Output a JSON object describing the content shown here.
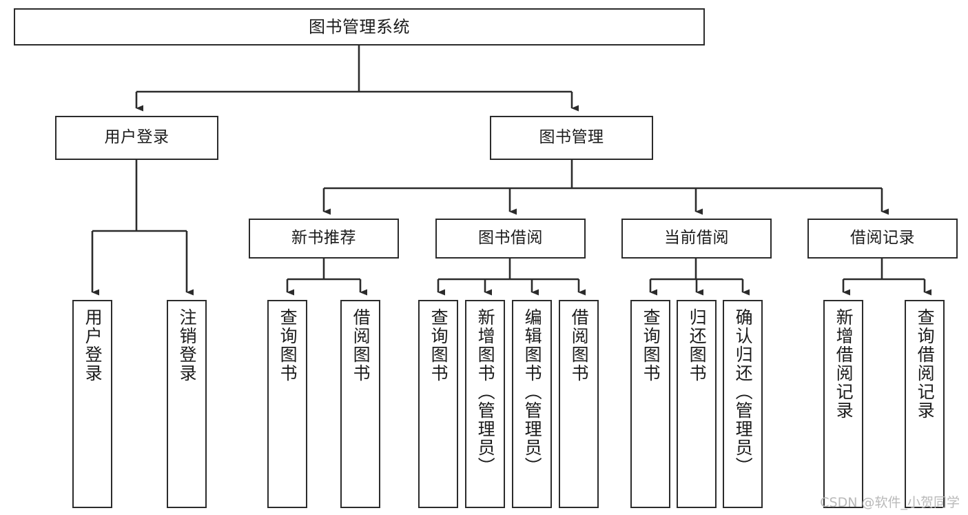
{
  "diagram": {
    "title": "图书管理系统",
    "type": "tree-hierarchy",
    "colors": {
      "box_border": "#2b2b2b",
      "box_fill": "#ffffff",
      "edge": "#2b2b2b",
      "text": "#1b1b1b",
      "watermark": "#b9b9b9"
    },
    "levels": {
      "root": {
        "label": "图书管理系统"
      },
      "level2": [
        {
          "id": "user-login",
          "label": "用户登录"
        },
        {
          "id": "book-management",
          "label": "图书管理"
        }
      ],
      "level3": [
        {
          "id": "new-book-recommend",
          "label": "新书推荐"
        },
        {
          "id": "book-borrow",
          "label": "图书借阅"
        },
        {
          "id": "current-borrow",
          "label": "当前借阅"
        },
        {
          "id": "borrow-record",
          "label": "借阅记录"
        }
      ],
      "leaves": {
        "user-login": [
          {
            "id": "leaf-user-login",
            "label": "用户登录"
          },
          {
            "id": "leaf-user-logout",
            "label": "注销登录"
          }
        ],
        "new-book-recommend": [
          {
            "id": "leaf-query-book-1",
            "label": "查询图书"
          },
          {
            "id": "leaf-borrow-book-1",
            "label": "借阅图书"
          }
        ],
        "book-borrow": [
          {
            "id": "leaf-query-book-2",
            "label": "查询图书"
          },
          {
            "id": "leaf-add-book",
            "label": "新增图书（管理员）"
          },
          {
            "id": "leaf-edit-book",
            "label": "编辑图书（管理员）"
          },
          {
            "id": "leaf-borrow-book-2",
            "label": "借阅图书"
          }
        ],
        "current-borrow": [
          {
            "id": "leaf-query-book-3",
            "label": "查询图书"
          },
          {
            "id": "leaf-return-book",
            "label": "归还图书"
          },
          {
            "id": "leaf-confirm-return",
            "label": "确认归还（管理员）"
          }
        ],
        "borrow-record": [
          {
            "id": "leaf-add-record",
            "label": "新增借阅记录"
          },
          {
            "id": "leaf-query-record",
            "label": "查询借阅记录"
          }
        ]
      }
    }
  },
  "watermark": {
    "text": "CSDN @软件_小贺同学"
  }
}
